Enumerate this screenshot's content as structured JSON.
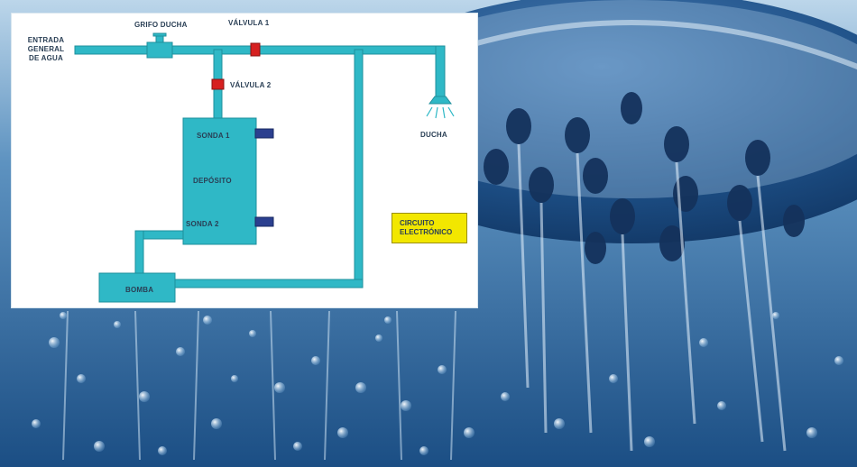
{
  "labels": {
    "entrada": "ENTRADA GENERAL DE AGUA",
    "grifo": "GRIFO DUCHA",
    "valvula1": "VÁLVULA 1",
    "valvula2": "VÁLVULA 2",
    "ducha": "DUCHA",
    "sonda1": "SONDA 1",
    "deposito": "DEPÓSITO",
    "sonda2": "SONDA 2",
    "bomba": "BOMBA",
    "circuito": "CIRCUITO ELECTRÓNICO"
  },
  "colors": {
    "pipe": "#2fb8c6",
    "pipe_edge": "#1e8f9c",
    "valve": "#d62020",
    "sensor": "#2b3f8f",
    "circuit_box": "#f2e700"
  }
}
